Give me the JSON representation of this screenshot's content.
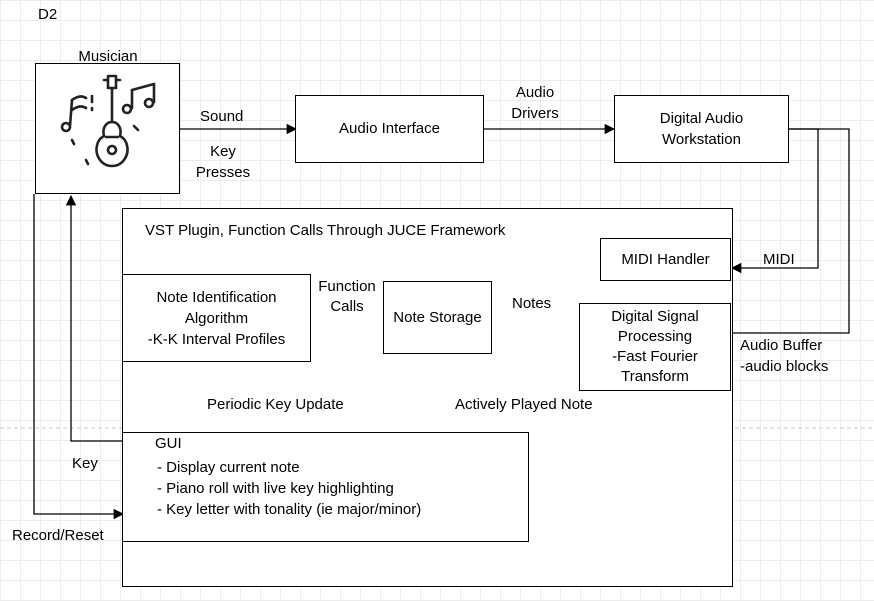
{
  "page_label": "D2",
  "musician": {
    "label": "Musician"
  },
  "audio_interface": {
    "label": "Audio Interface"
  },
  "daw": {
    "label": "Digital Audio\nWorkstation"
  },
  "vst_plugin": {
    "title": "VST Plugin, Function Calls Through JUCE Framework"
  },
  "midi_handler": {
    "label": "MIDI Handler"
  },
  "note_identification": {
    "label": "Note Identification\nAlgorithm\n-K-K Interval Profiles"
  },
  "note_storage": {
    "label": "Note Storage"
  },
  "dsp": {
    "label": "Digital Signal\nProcessing\n-Fast Fourier\nTransform"
  },
  "gui": {
    "title": "GUI",
    "items": [
      "- Display current note",
      "- Piano roll with live key highlighting",
      "- Key letter with tonality (ie major/minor)"
    ]
  },
  "edges": {
    "sound": "Sound",
    "key_presses": "Key\nPresses",
    "audio_drivers": "Audio\nDrivers",
    "midi": "MIDI",
    "audio_buffer": "Audio Buffer\n-audio blocks",
    "notes": "Notes",
    "function_calls": "Function\nCalls",
    "periodic_key_update": "Periodic Key Update",
    "actively_played_note": "Actively Played Note",
    "key": "Key",
    "record_reset": "Record/Reset"
  },
  "icons": {
    "musician": "guitar-music-notes-icon"
  }
}
